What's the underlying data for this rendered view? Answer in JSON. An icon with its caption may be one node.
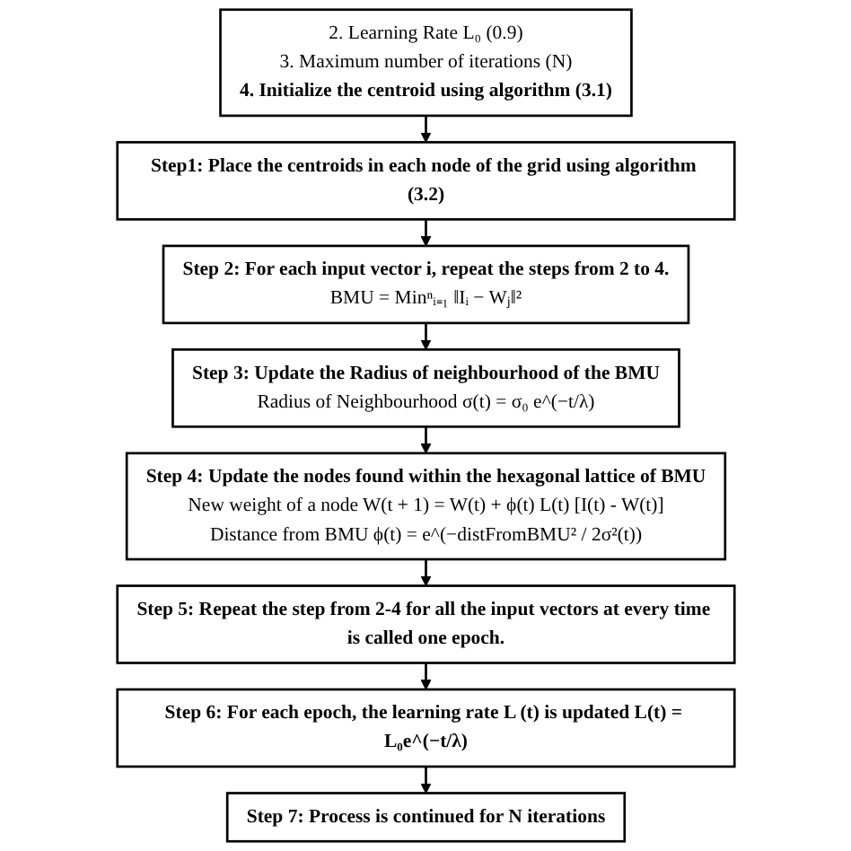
{
  "diagram": {
    "nodes": [
      {
        "text": [
          "2. Learning Rate L₀ (0.9)",
          "3. Maximum number of iterations (N)",
          "4. Initialize the centroid using algorithm (3.1)"
        ]
      },
      {
        "text": [
          "Step1: Place the centroids in each node of the grid using algorithm (3.2)"
        ]
      },
      {
        "text": [
          "Step 2: For each input vector i, repeat the steps from 2 to 4.",
          "BMU = Minⁿᵢ₌₁ ‖Iᵢ − Wⱼ‖²"
        ]
      },
      {
        "text": [
          "Step 3: Update the Radius of neighbourhood of the BMU",
          "Radius of Neighbourhood σ(t) = σ₀ e^(−t/λ)"
        ]
      },
      {
        "text": [
          "Step 4: Update the nodes found within the hexagonal lattice of BMU",
          "New weight of a node W(t + 1) = W(t) + ϕ(t) L(t) [I(t) - W(t)]",
          "Distance from BMU ϕ(t) = e^(−distFromBMU² / 2σ²(t))"
        ]
      },
      {
        "text": [
          "Step 5: Repeat the step from 2-4 for all the input vectors at every time is called one epoch."
        ]
      },
      {
        "text": [
          "Step 6: For each epoch, the learning rate L (t) is updated L(t) = L₀e^(−t/λ)"
        ]
      },
      {
        "text": [
          "Step 7: Process is continued for N iterations"
        ]
      }
    ],
    "edges": [
      {
        "from": 0,
        "to": 1,
        "arrow": "to"
      },
      {
        "from": 1,
        "to": 2,
        "arrow": "to"
      },
      {
        "from": 2,
        "to": 3,
        "arrow": "to"
      },
      {
        "from": 3,
        "to": 4,
        "arrow": "to"
      },
      {
        "from": 4,
        "to": 5,
        "arrow": "to"
      },
      {
        "from": 5,
        "to": 6,
        "arrow": "to"
      },
      {
        "from": 6,
        "to": 7,
        "arrow": "to"
      }
    ]
  }
}
